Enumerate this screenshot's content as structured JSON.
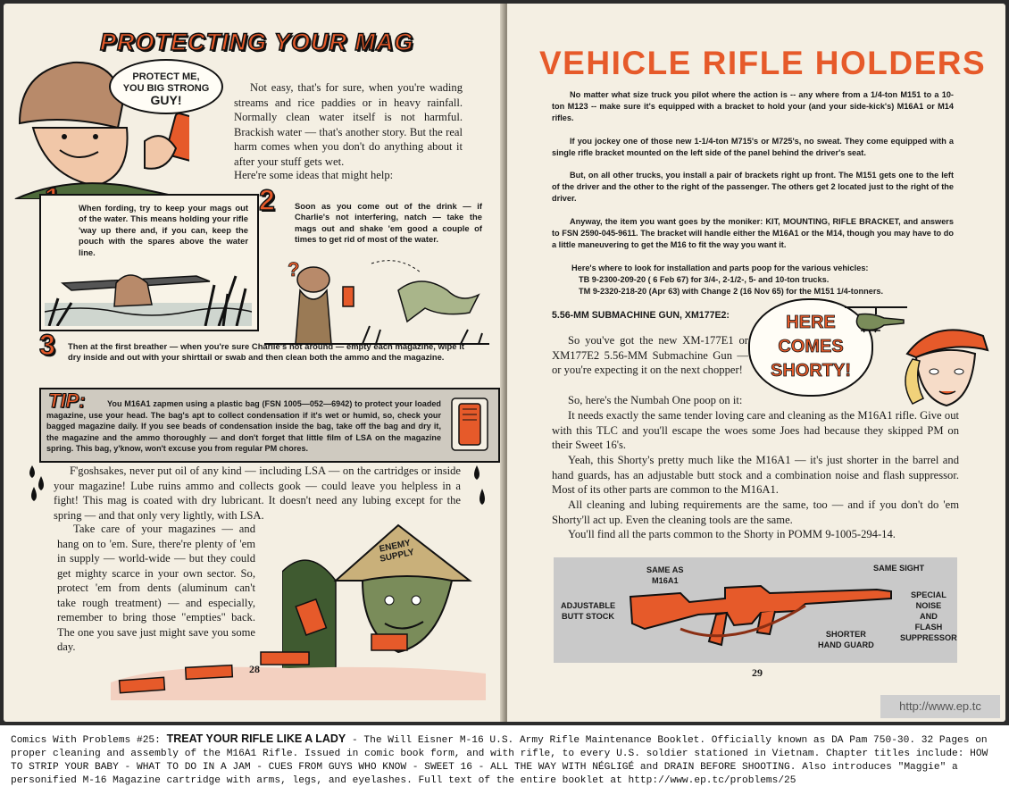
{
  "left_page": {
    "title": "PROTECTING YOUR MAG",
    "bubble": {
      "line1": "PROTECT ME,",
      "line2": "YOU BIG STRONG",
      "line3": "GUY!"
    },
    "intro": "Not easy, that's for sure, when you're wading streams and rice paddies or in heavy rainfall. Normally clean water itself is not harmful. Brackish water — that's another story. But the real harm comes when you don't do anything about it after your stuff gets wet.",
    "intro2": "Here're some ideas that might help:",
    "steps": [
      {
        "num": "1",
        "text": "When fording, try to keep your mags out of the water. This means holding your rifle 'way up there and, if you can, keep the pouch with the spares above the water line."
      },
      {
        "num": "2",
        "text": "Soon as you come out of the drink — if Charlie's not interfering, natch — take the mags out and shake 'em good a couple of times to get rid of most of the water."
      },
      {
        "num": "3",
        "text": "Then at the first breather — when you're sure Charlie's not around — empty each magazine, wipe it dry inside and out with your shirttail or swab and then clean both the ammo and the magazine."
      }
    ],
    "question_mark": "?",
    "tip": {
      "label": "TIP:",
      "text": "You M16A1 zapmen using a plastic bag (FSN 1005—052—6942) to protect your loaded magazine, use your head. The bag's apt to collect condensation if it's wet or humid, so, check your bagged magazine daily. If you see beads of condensation inside the bag, take off the bag and dry it, the magazine and the ammo thoroughly — and don't forget that little film of LSA on the magazine spring. This bag, y'know, won't excuse you from regular PM chores."
    },
    "para_oil": "F'goshsakes, never put oil of any kind — including LSA — on the cartridges or inside your magazine! Lube ruins ammo and collects gook — could leave you helpless in a fight! This mag is coated with dry lubricant. It doesn't need any lubing except for the spring — and that only very lightly, with LSA.",
    "para_care": "Take care of your magazines — and hang on to 'em. Sure, there're plenty of 'em in supply — world-wide — but they could get mighty scarce in your own sector. So, protect 'em from dents (aluminum can't take rough treatment) — and especially, remember to bring those \"empties\" back. The one you save just might save you some day.",
    "hat_text": {
      "line1": "ENEMY",
      "line2": "SUPPLY"
    },
    "page_number": "28"
  },
  "right_page": {
    "title": "VEHICLE RIFLE HOLDERS",
    "paragraphs": [
      "No matter what size truck you pilot where the action is -- any where from a 1/4-ton M151 to a 10-ton M123 -- make sure it's equipped with a bracket to hold your (and your side-kick's) M16A1 or M14 rifles.",
      "If you jockey one of those new 1-1/4-ton M715's or M725's, no sweat. They come equipped with a single rifle bracket mounted on the left side of the panel behind the driver's seat.",
      "But, on all other trucks, you install a pair of brackets right up front. The M151 gets one to the left of the driver and the other to the right of the passenger. The others get 2 located just to the right of the driver.",
      "Anyway, the item you want goes by the moniker: KIT, MOUNTING, RIFLE BRACKET, and answers to FSN 2590-045-9611. The bracket will handle either the M16A1 or the M14, though you may have to do a little maneuvering to get the M16 to fit the way you want it."
    ],
    "refs_intro": "Here's where to look for installation and parts poop for the various vehicles:",
    "refs": [
      "TB 9-2300-209-20 ( 6 Feb 67) for 3/4-, 2-1/2-, 5- and 10-ton trucks.",
      "TM 9-2320-218-20 (Apr 63) with Change 2 (16 Nov 65) for the M151 1/4-tonners."
    ],
    "subhead": "5.56-MM SUBMACHINE GUN, XM177E2:",
    "bubble": {
      "line1": "HERE",
      "line2": "COMES",
      "line3": "SHORTY!"
    },
    "body": [
      "So you've got the new XM-177E1 or XM177E2 5.56-MM Submachine Gun — or you're expecting it on the next chopper!",
      "So, here's the Numbah One poop on it:",
      "It needs exactly the same tender loving care and cleaning as the M16A1 rifle. Give out with this TLC and you'll escape the woes some Joes had because they skipped PM on their Sweet 16's.",
      "Yeah, this Shorty's pretty much like the M16A1 — it's just shorter in the barrel and hand guards, has an adjustable butt stock and a combination noise and flash suppressor. Most of its other parts are common to the M16A1.",
      "All cleaning and lubing requirements are the same, too — and if you don't do 'em Shorty'll act up. Even the cleaning tools are the same.",
      "You'll find all the parts common to the Shorty in POMM 9-1005-294-14."
    ],
    "diagram_labels": {
      "same_as": [
        "SAME AS",
        "M16A1"
      ],
      "same_sight": "SAME SIGHT",
      "butt": [
        "ADJUSTABLE",
        "BUTT STOCK"
      ],
      "hand": [
        "SHORTER",
        "HAND GUARD"
      ],
      "suppressor": [
        "SPECIAL",
        "NOISE",
        "AND",
        "FLASH",
        "SUPPRESSOR"
      ]
    },
    "page_number": "29"
  },
  "watermark": "http://www.ep.tc",
  "caption": {
    "prefix": "Comics With Problems #25: ",
    "title": "TREAT YOUR RIFLE LIKE A LADY",
    "rest": " - The Will Eisner M-16 U.S. Army Rifle Maintenance Booklet. Officially known as DA Pam 750-30. 32 Pages on proper cleaning and assembly of the M16A1 Rifle. Issued in comic book form, and with rifle, to every U.S. soldier stationed in Vietnam. Chapter titles include: HOW TO STRIP YOUR BABY - WHAT TO DO IN A JAM - CUES FROM GUYS WHO KNOW - SWEET 16 - ALL THE WAY WITH NÉGLIGÉ and DRAIN BEFORE SHOOTING. Also introduces \"Maggie\" a personified M-16 Magazine cartridge with arms, legs, and eyelashes. Full text of the entire booklet at http://www.ep.tc/problems/25"
  },
  "colors": {
    "accent_orange": "#e65a2a",
    "paper": "#f4efe3",
    "ink": "#111111",
    "tip_gray": "#cfcac0"
  }
}
